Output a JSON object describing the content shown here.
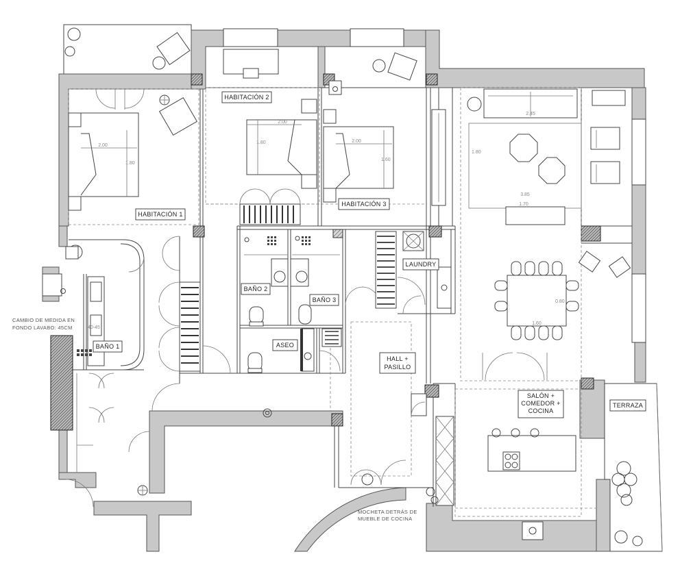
{
  "rooms": {
    "habitacion1": "HABITACIÓN 1",
    "habitacion2": "HABITACIÓN 2",
    "habitacion3": "HABITACIÓN 3",
    "bano1": "BAÑO 1",
    "bano2": "BAÑO 2",
    "bano3": "BAÑO 3",
    "aseo": "ASEO",
    "laundry": "LAUNDRY",
    "hall_line1": "HALL +",
    "hall_line2": "PASILLO",
    "salon_line1": "SALÓN +",
    "salon_line2": "COMEDOR +",
    "salon_line3": "COCINA",
    "terraza": "TERRAZA"
  },
  "notes": {
    "lavabo_line1": "CAMBIO DE MEDIDA EN",
    "lavabo_line2": "FONDO LAVABO: 45CM",
    "lavabo_dim": "40-45",
    "mocheta_line1": "MOCHETA DETRÁS DE",
    "mocheta_line2": "MUEBLE DE COCINA"
  },
  "dimensions": {
    "bed1_w": "2.00",
    "bed1_h": "1.80",
    "bed2_w": "2.00",
    "bed2_h": "1.80",
    "bed3_w": "2.00",
    "bed3_h": "1.60",
    "rug_w": "3.85",
    "rug_h": "1.80",
    "sofa": "2.45",
    "table_w": "1.60",
    "table_h": "0.80",
    "bench_w": "1.70"
  }
}
